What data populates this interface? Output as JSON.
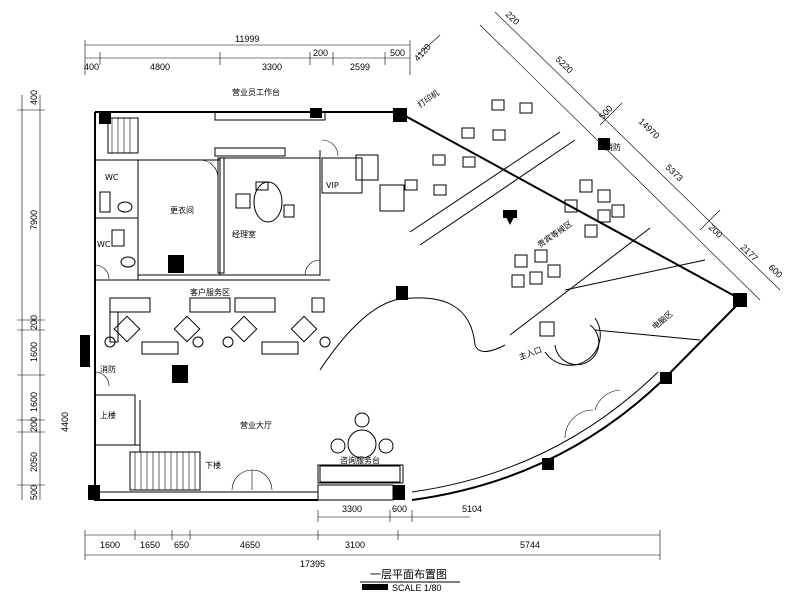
{
  "dims": {
    "top_total": "11999",
    "top": [
      "400",
      "4800",
      "3300",
      "200",
      "2599",
      "500"
    ],
    "left": [
      "400",
      "7900",
      "200",
      "1600",
      "1600",
      "200",
      "2050",
      "500"
    ],
    "left_side": "4400",
    "bottom_mid": [
      "3300",
      "600",
      "5104"
    ],
    "bottom": [
      "1600",
      "1650",
      "650",
      "4650",
      "3100",
      "5744"
    ],
    "bottom_total": "17395",
    "diag_outer": [
      "220",
      "5220",
      "14970",
      "5373",
      "200",
      "2177",
      "600"
    ],
    "diag_inner": [
      "4120",
      "500"
    ]
  },
  "rooms": {
    "wc1": "WC",
    "wc2": "WC",
    "changing": "更衣间",
    "manager": "经理室",
    "cs_area": "客户服务区",
    "vip": "VIP",
    "business_hall": "营业大厅",
    "up_stair": "上楼",
    "dn_stair": "下楼",
    "vip_wait": "贵宾等候区",
    "consult": "咨询服务台",
    "computer": "电脑区",
    "fire1": "消防",
    "fire2": "消防",
    "top_note": "营业员工作台",
    "print": "打印机",
    "entrance": "主入口"
  },
  "title": "一层平面布置图",
  "scale": "SCALE 1/80"
}
